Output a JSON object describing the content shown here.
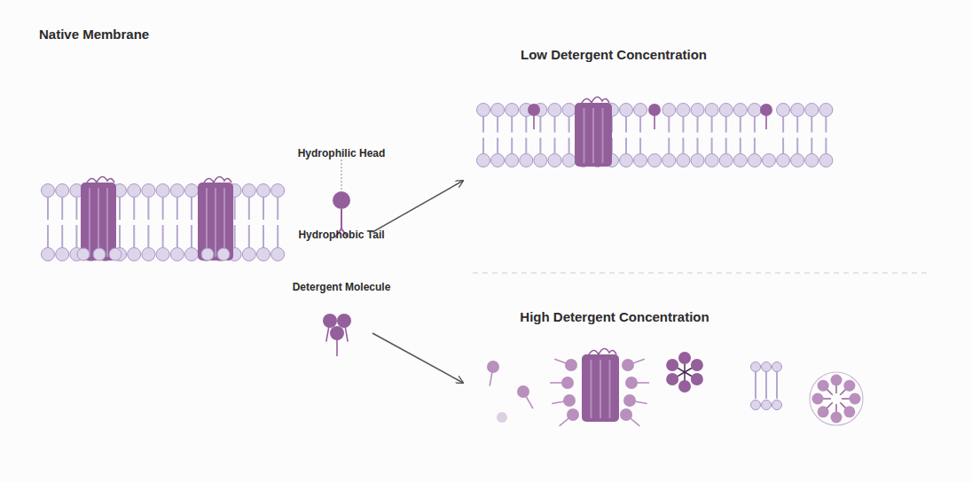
{
  "diagram": {
    "labels": [
      "Native Membrane",
      "Hydrophilic Head",
      "Hydrophobic Tail",
      "Detergent Molecule",
      "Low Detergent Concentration",
      "High Detergent Concentration"
    ]
  }
}
